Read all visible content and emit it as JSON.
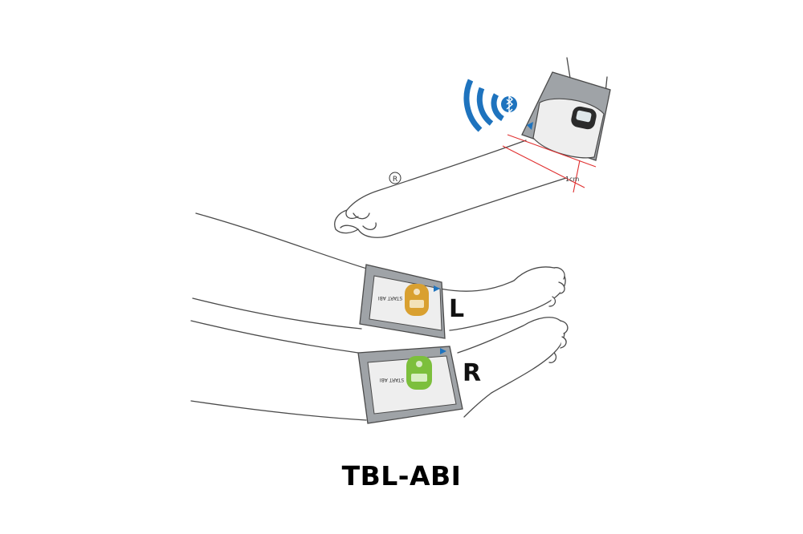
{
  "diagram": {
    "product_name": "TBL-ABI",
    "arm": {
      "side_marker": "R",
      "measurement_label": "1cm"
    },
    "legs": {
      "left_label": "L",
      "right_label": "R"
    },
    "cuff_text": "START\nABI",
    "colors": {
      "wireless_signal": "#1e73be",
      "cuff_gray": "#9fa3a7",
      "cuff_panel": "#eeeeee",
      "left_button": "#d9a030",
      "right_button": "#7cbf3c",
      "measurement_lines": "#e03030",
      "outline": "#4a4a4a"
    },
    "icons": [
      "wifi-signal-icon",
      "bluetooth-icon",
      "arrow-marker-icon"
    ]
  }
}
